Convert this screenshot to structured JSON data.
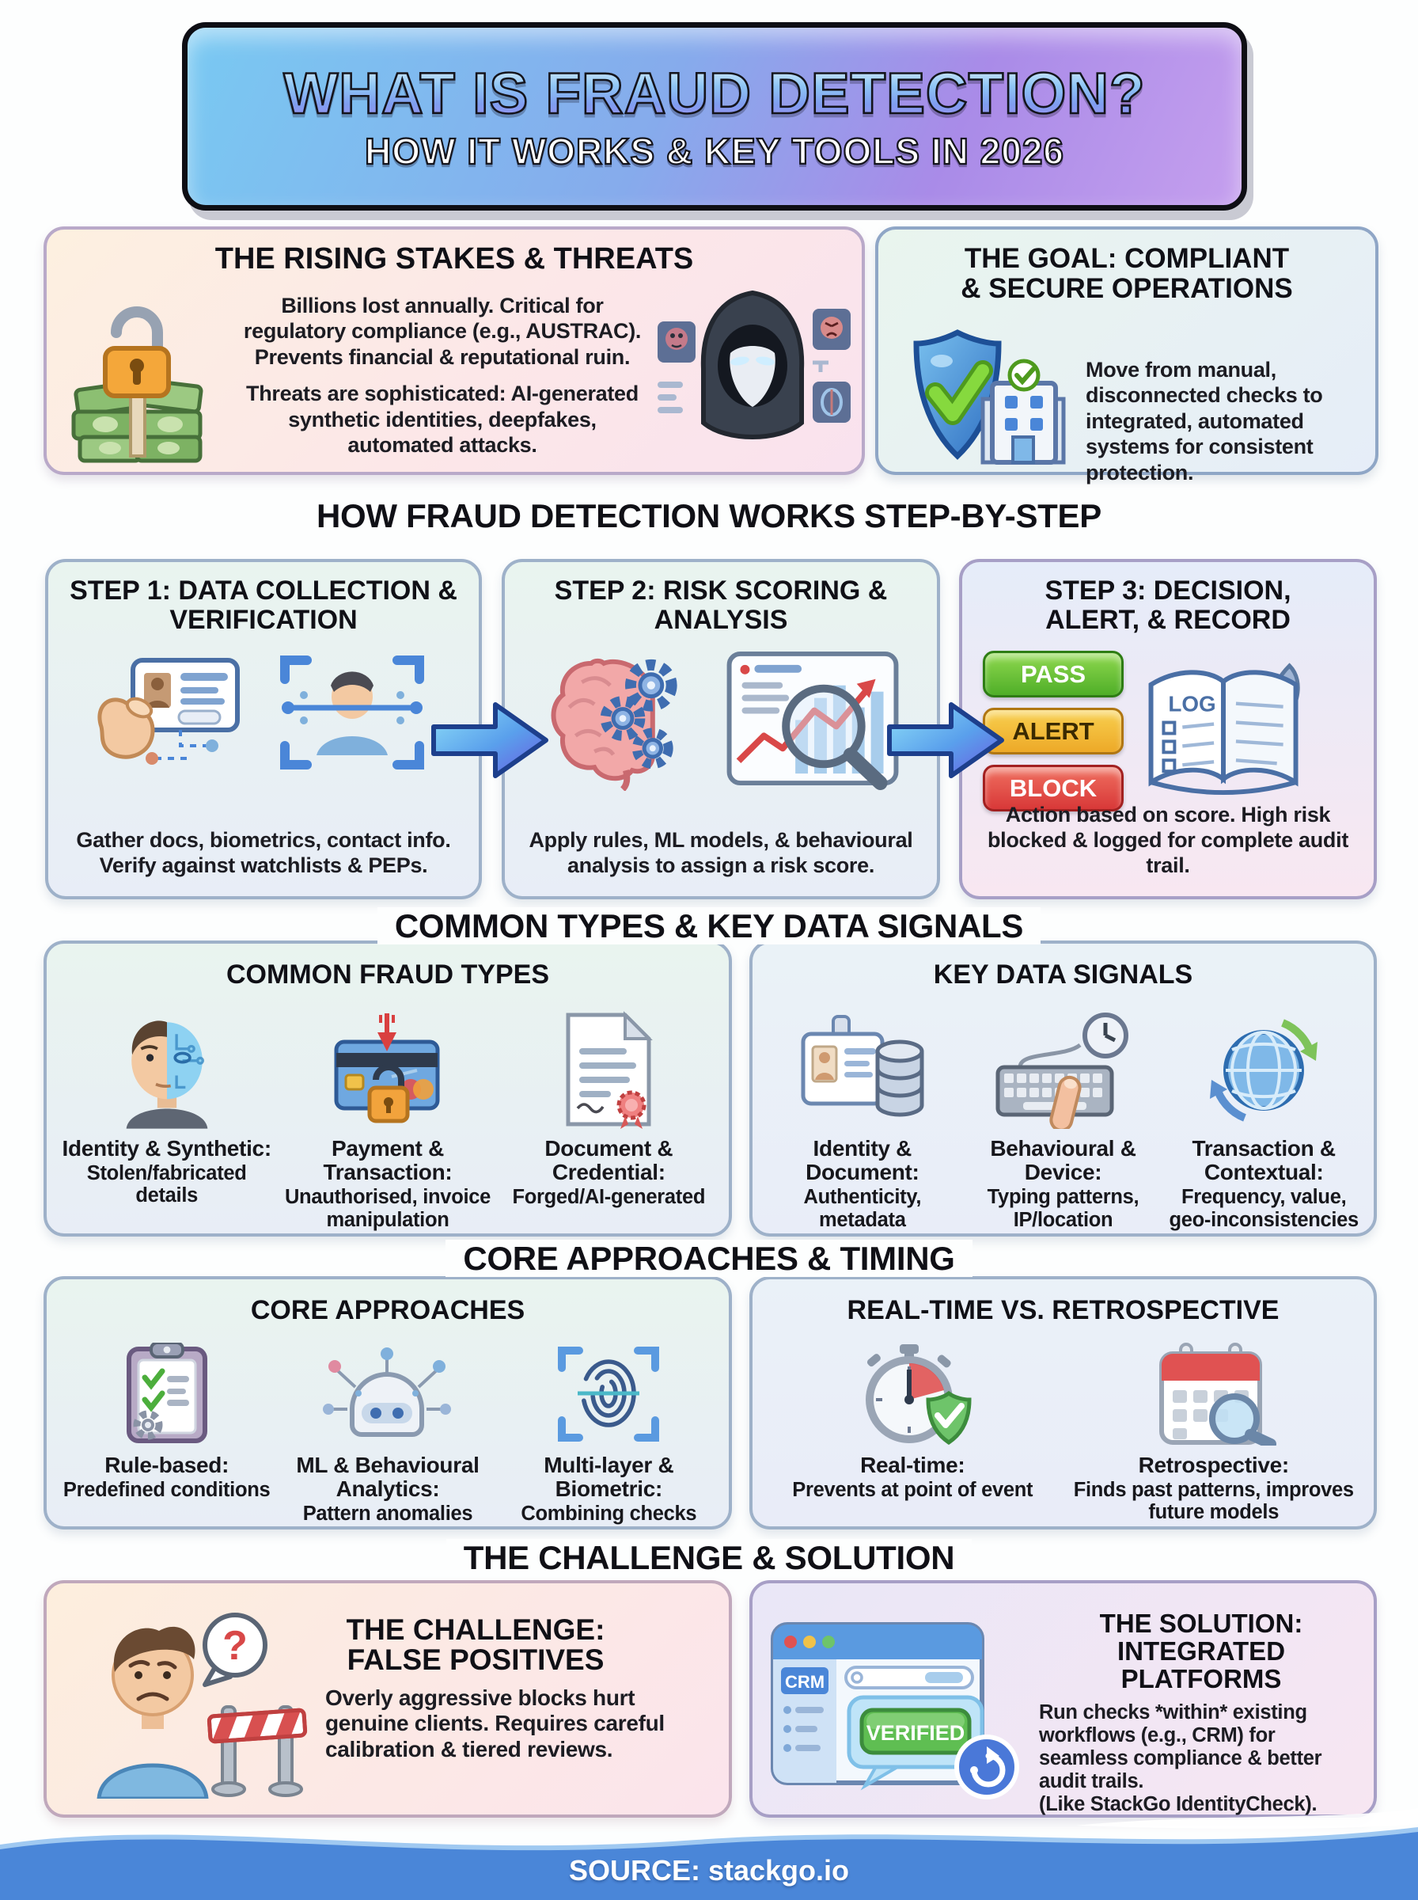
{
  "banner": {
    "title": "WHAT IS FRAUD DETECTION?",
    "subtitle": "HOW IT WORKS & KEY TOOLS IN 2026"
  },
  "stakes": {
    "title": "THE RISING STAKES & THREATS",
    "para1": "Billions lost annually. Critical for regulatory compliance (e.g., AUSTRAC). Prevents financial & reputational ruin.",
    "para2": "Threats are sophisticated: AI-generated synthetic identities, deepfakes, automated attacks."
  },
  "goal": {
    "title": "THE GOAL: COMPLIANT & SECURE OPERATIONS",
    "para": "Move from manual, disconnected checks to integrated, automated systems for consistent protection."
  },
  "steps_section": {
    "title": "HOW FRAUD DETECTION WORKS STEP-BY-STEP",
    "steps": [
      {
        "title": "STEP 1: DATA COLLECTION & VERIFICATION",
        "desc": "Gather docs, biometrics, contact info. Verify against watchlists & PEPs."
      },
      {
        "title": "STEP 2: RISK SCORING & ANALYSIS",
        "desc": "Apply rules, ML models, & behavioural analysis to assign a risk score."
      },
      {
        "title": "STEP 3: DECISION, ALERT, & RECORD",
        "desc": "Action based on score. High risk blocked & logged for complete audit trail.",
        "badges": [
          "PASS",
          "ALERT",
          "BLOCK"
        ],
        "log_label": "LOG"
      }
    ]
  },
  "types_section": {
    "title": "COMMON TYPES & KEY DATA SIGNALS",
    "fraud_types": {
      "title": "COMMON FRAUD TYPES",
      "items": [
        {
          "head": "Identity & Synthetic:",
          "sub": "Stolen/fabricated details"
        },
        {
          "head": "Payment & Transaction:",
          "sub": "Unauthorised, invoice manipulation"
        },
        {
          "head": "Document & Credential:",
          "sub": "Forged/AI-generated"
        }
      ]
    },
    "data_signals": {
      "title": "KEY DATA SIGNALS",
      "items": [
        {
          "head": "Identity & Document:",
          "sub": "Authenticity, metadata"
        },
        {
          "head": "Behavioural & Device:",
          "sub": "Typing patterns, IP/location"
        },
        {
          "head": "Transaction & Contextual:",
          "sub": "Frequency, value, geo-inconsistencies"
        }
      ]
    }
  },
  "approaches_section": {
    "title": "CORE APPROACHES & TIMING",
    "core": {
      "title": "CORE APPROACHES",
      "items": [
        {
          "head": "Rule-based:",
          "sub": "Predefined conditions"
        },
        {
          "head": "ML & Behavioural Analytics:",
          "sub": "Pattern anomalies"
        },
        {
          "head": "Multi-layer & Biometric:",
          "sub": "Combining checks"
        }
      ]
    },
    "timing": {
      "title": "REAL-TIME VS. RETROSPECTIVE",
      "items": [
        {
          "head": "Real-time:",
          "sub": "Prevents at point of event"
        },
        {
          "head": "Retrospective:",
          "sub": "Finds past patterns, improves future models"
        }
      ]
    }
  },
  "challenge_section": {
    "title": "THE CHALLENGE & SOLUTION",
    "challenge": {
      "title": "THE CHALLENGE: FALSE POSITIVES",
      "para": "Overly aggressive blocks hurt genuine clients. Requires careful calibration & tiered reviews.",
      "bubble_glyph": "?"
    },
    "solution": {
      "title": "THE SOLUTION: INTEGRATED PLATFORMS",
      "para": "Run checks *within* existing workflows (e.g., CRM) for seamless compliance & better audit trails.",
      "para2": "(Like StackGo IdentityCheck).",
      "crm_label": "CRM",
      "verified_label": "VERIFIED"
    }
  },
  "footer": {
    "source": "SOURCE: stackgo.io"
  },
  "colors": {
    "banner_gradient_start": "#79c9f2",
    "banner_gradient_end": "#c59fee",
    "pass_green": "#4fae28",
    "alert_amber": "#eda928",
    "block_red": "#d83838",
    "footer_blue": "#4a86d8"
  }
}
